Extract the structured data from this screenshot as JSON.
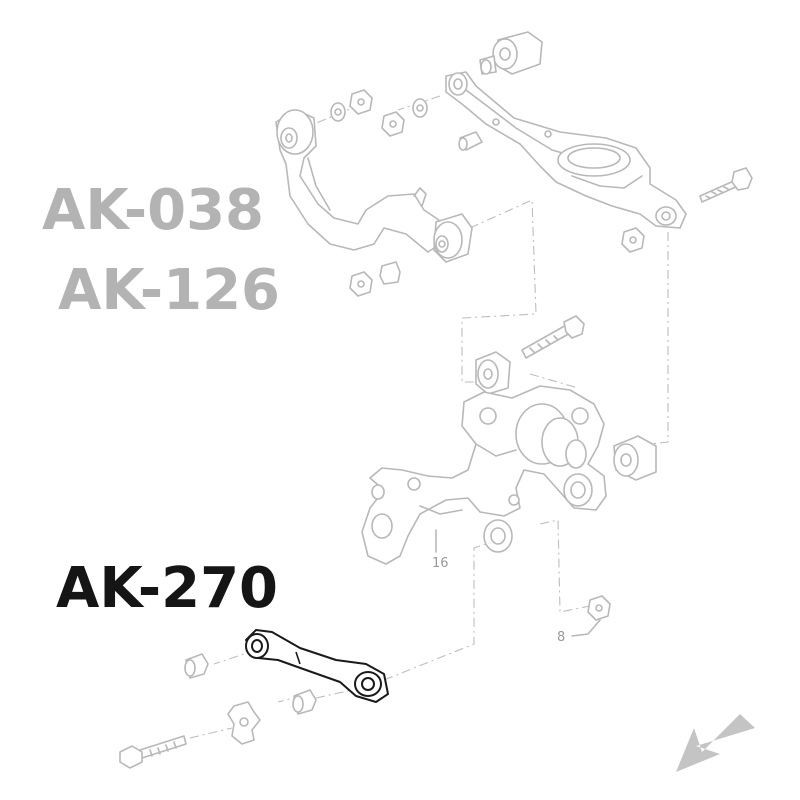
{
  "labels": {
    "upper_arm_part_1": "AK-038",
    "upper_arm_part_2": "AK-126",
    "lower_link_part": "AK-270"
  },
  "callouts": {
    "knuckle_ref": "16",
    "nut_ref": "8"
  },
  "colors": {
    "muted_label": "#b3b3b3",
    "highlight_label": "#151515",
    "diagram_line": "#b8b8b8",
    "highlight_part": "#1a1a1a",
    "arrow": "#c4c4c4"
  },
  "icons": {
    "corner_arrow": "arrow-down-left-icon"
  }
}
